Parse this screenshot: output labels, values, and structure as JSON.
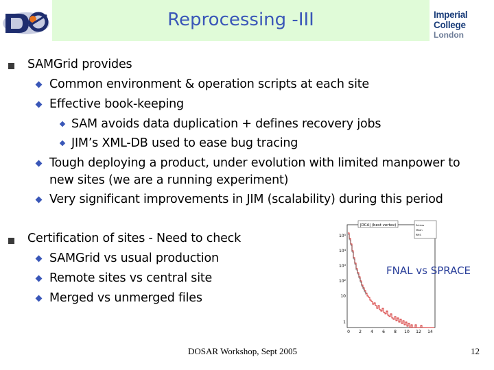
{
  "slide": {
    "title": "Reprocessing -III",
    "logo_right_line1": "Imperial College",
    "logo_right_line2": "London",
    "bullets": [
      {
        "level": 1,
        "text": "SAMGrid provides"
      },
      {
        "level": 2,
        "text": "Common environment & operation scripts at each site"
      },
      {
        "level": 2,
        "text": "Effective book-keeping"
      },
      {
        "level": 3,
        "text": "SAM avoids data duplication + defines recovery jobs"
      },
      {
        "level": 3,
        "text": "JIM’s XML-DB used to ease bug tracing"
      },
      {
        "level": 2,
        "text": "Tough deploying a product, under evolution with limited manpower to"
      },
      {
        "level": 0,
        "text": "new sites (we are a running experiment)"
      },
      {
        "level": 2,
        "text": "Very significant improvements in JIM (scalability) during this period"
      },
      {
        "level": 1,
        "text": "Certification of sites - Need to check"
      },
      {
        "level": 2,
        "text": "SAMGrid vs usual production"
      },
      {
        "level": 2,
        "text": "Remote sites vs central site"
      },
      {
        "level": 2,
        "text": "Merged vs unmerged files"
      }
    ],
    "plot_label": "FNAL vs SPRACE",
    "plot_title": "|DCA| (best vertex)",
    "plot_stats": [
      "Entries",
      "Mean",
      "RMS"
    ],
    "plot_yticks": [
      "10⁵",
      "10⁴",
      "10³",
      "10²",
      "10",
      "1"
    ],
    "plot_xticks": [
      "0",
      "2",
      "4",
      "6",
      "8",
      "10",
      "12",
      "14"
    ],
    "footer": "DOSAR Workshop, Sept 2005",
    "page": "12"
  },
  "colors": {
    "title": "#3a57b8",
    "title_bg": "#e0fbd8",
    "bullet": "#3a57b8",
    "hist": "#d22020"
  }
}
